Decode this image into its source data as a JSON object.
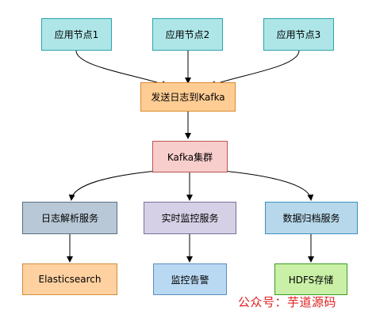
{
  "nodes": {
    "app_node_1": "应用节点1",
    "app_node_2": "应用节点2",
    "app_node_3": "应用节点3",
    "send_logs": "发送日志到Kafka",
    "kafka_cluster": "Kafka集群",
    "log_parse": "日志解析服务",
    "realtime_monitor": "实时监控服务",
    "data_archive": "数据归档服务",
    "elasticsearch": "Elasticsearch",
    "monitor_alert": "监控告警",
    "hdfs_storage": "HDFS存储"
  },
  "watermark": "公众号：芋道源码"
}
